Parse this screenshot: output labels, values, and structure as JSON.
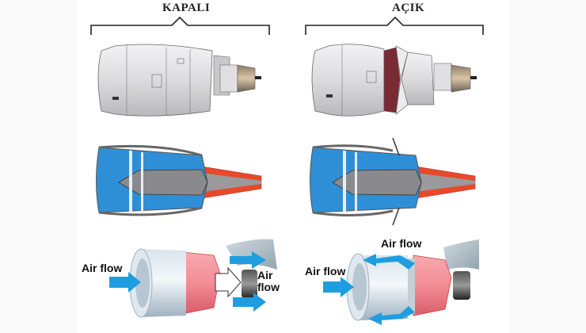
{
  "columns": [
    {
      "title": "KAPALI",
      "state": "closed"
    },
    {
      "title": "AÇIK",
      "state": "open"
    }
  ],
  "rows": [
    "exterior-view",
    "cutaway-view",
    "airflow-schematic"
  ],
  "labels": {
    "closed_inlet": "Air flow",
    "closed_exhaust_line1": "Air",
    "closed_exhaust_line2": "flow",
    "open_inlet": "Air flow",
    "open_reverse": "Air flow"
  },
  "colors": {
    "background": "#f9f9f9",
    "panel": "#ffffff",
    "nacelle_gray": "#d9d9db",
    "fan_blue": "#2f8fd6",
    "hot_red": "#e8492a",
    "arrow_blue": "#1e9ee0",
    "sleeve_pink": "#f08a92"
  }
}
